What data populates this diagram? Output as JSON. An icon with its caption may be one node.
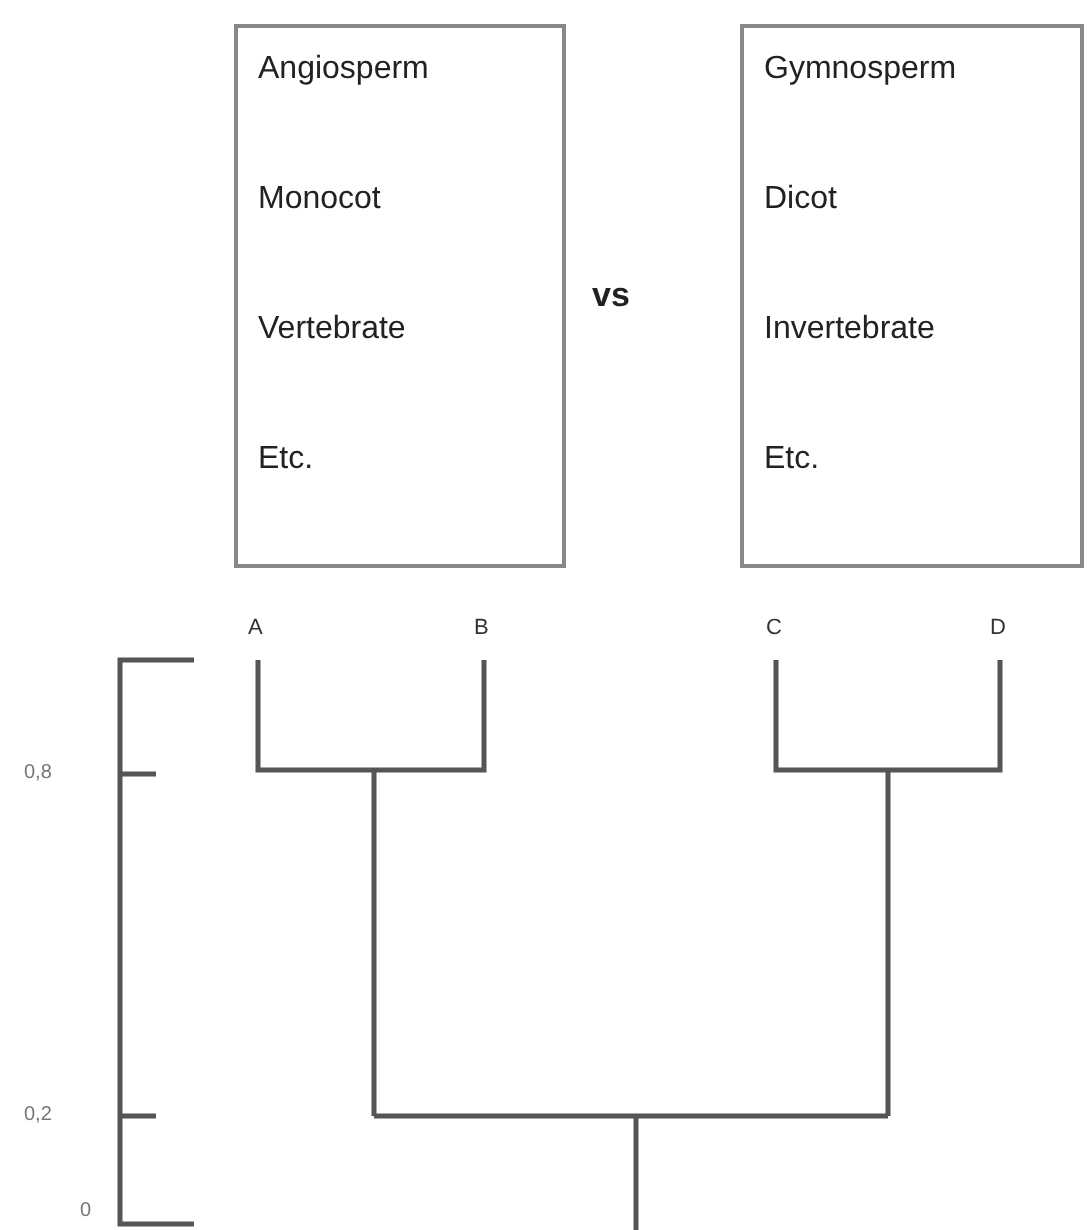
{
  "diagram": {
    "nodes": [
      {
        "text": [
          "Angiosperm",
          "Monocot",
          "Vertebrate",
          "Etc."
        ]
      },
      {
        "text": [
          "Gymnosperm",
          "Dicot",
          "Invertebrate",
          "Etc."
        ]
      }
    ],
    "labels": [
      "vs",
      "A",
      "B",
      "C",
      "D",
      "0,8",
      "0,2",
      "0"
    ]
  }
}
